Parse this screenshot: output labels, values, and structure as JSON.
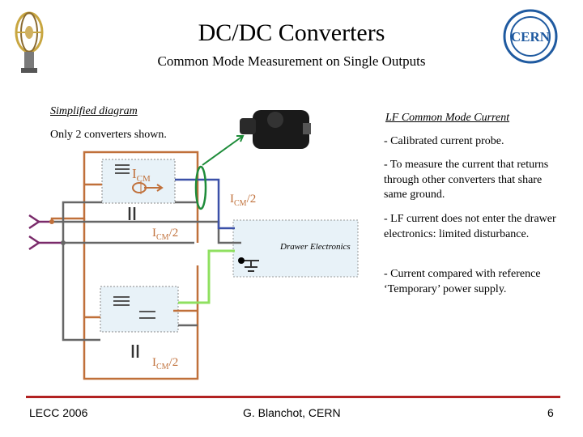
{
  "header": {
    "title": "DC/DC Converters",
    "subtitle": "Common Mode Measurement on Single Outputs"
  },
  "diagram": {
    "label": "Simplified diagram",
    "note": "Only 2 converters shown.",
    "icm_main": "I",
    "icm_sub": "CM",
    "half_label": "/2",
    "drawer_label": "Drawer Electronics"
  },
  "lf_section": {
    "title": "LF Common Mode Current",
    "bullets": [
      "- Calibrated current probe.",
      "- To measure the current that returns through other converters that share same ground.",
      "- LF current does not enter the drawer electronics: limited disturbance.",
      "- Current compared with reference ‘Temporary’ power supply."
    ]
  },
  "footer": {
    "left": "LECC 2006",
    "center": "G. Blanchot, CERN",
    "page": "6"
  },
  "colors": {
    "wire_orange": "#c0703a",
    "wire_blue": "#3b50a8",
    "wire_green": "#8fe060",
    "wire_gray": "#666666",
    "probe_green": "#1e8c3a",
    "footer_line": "#b22222",
    "box_fill": "#e8f2f8"
  }
}
